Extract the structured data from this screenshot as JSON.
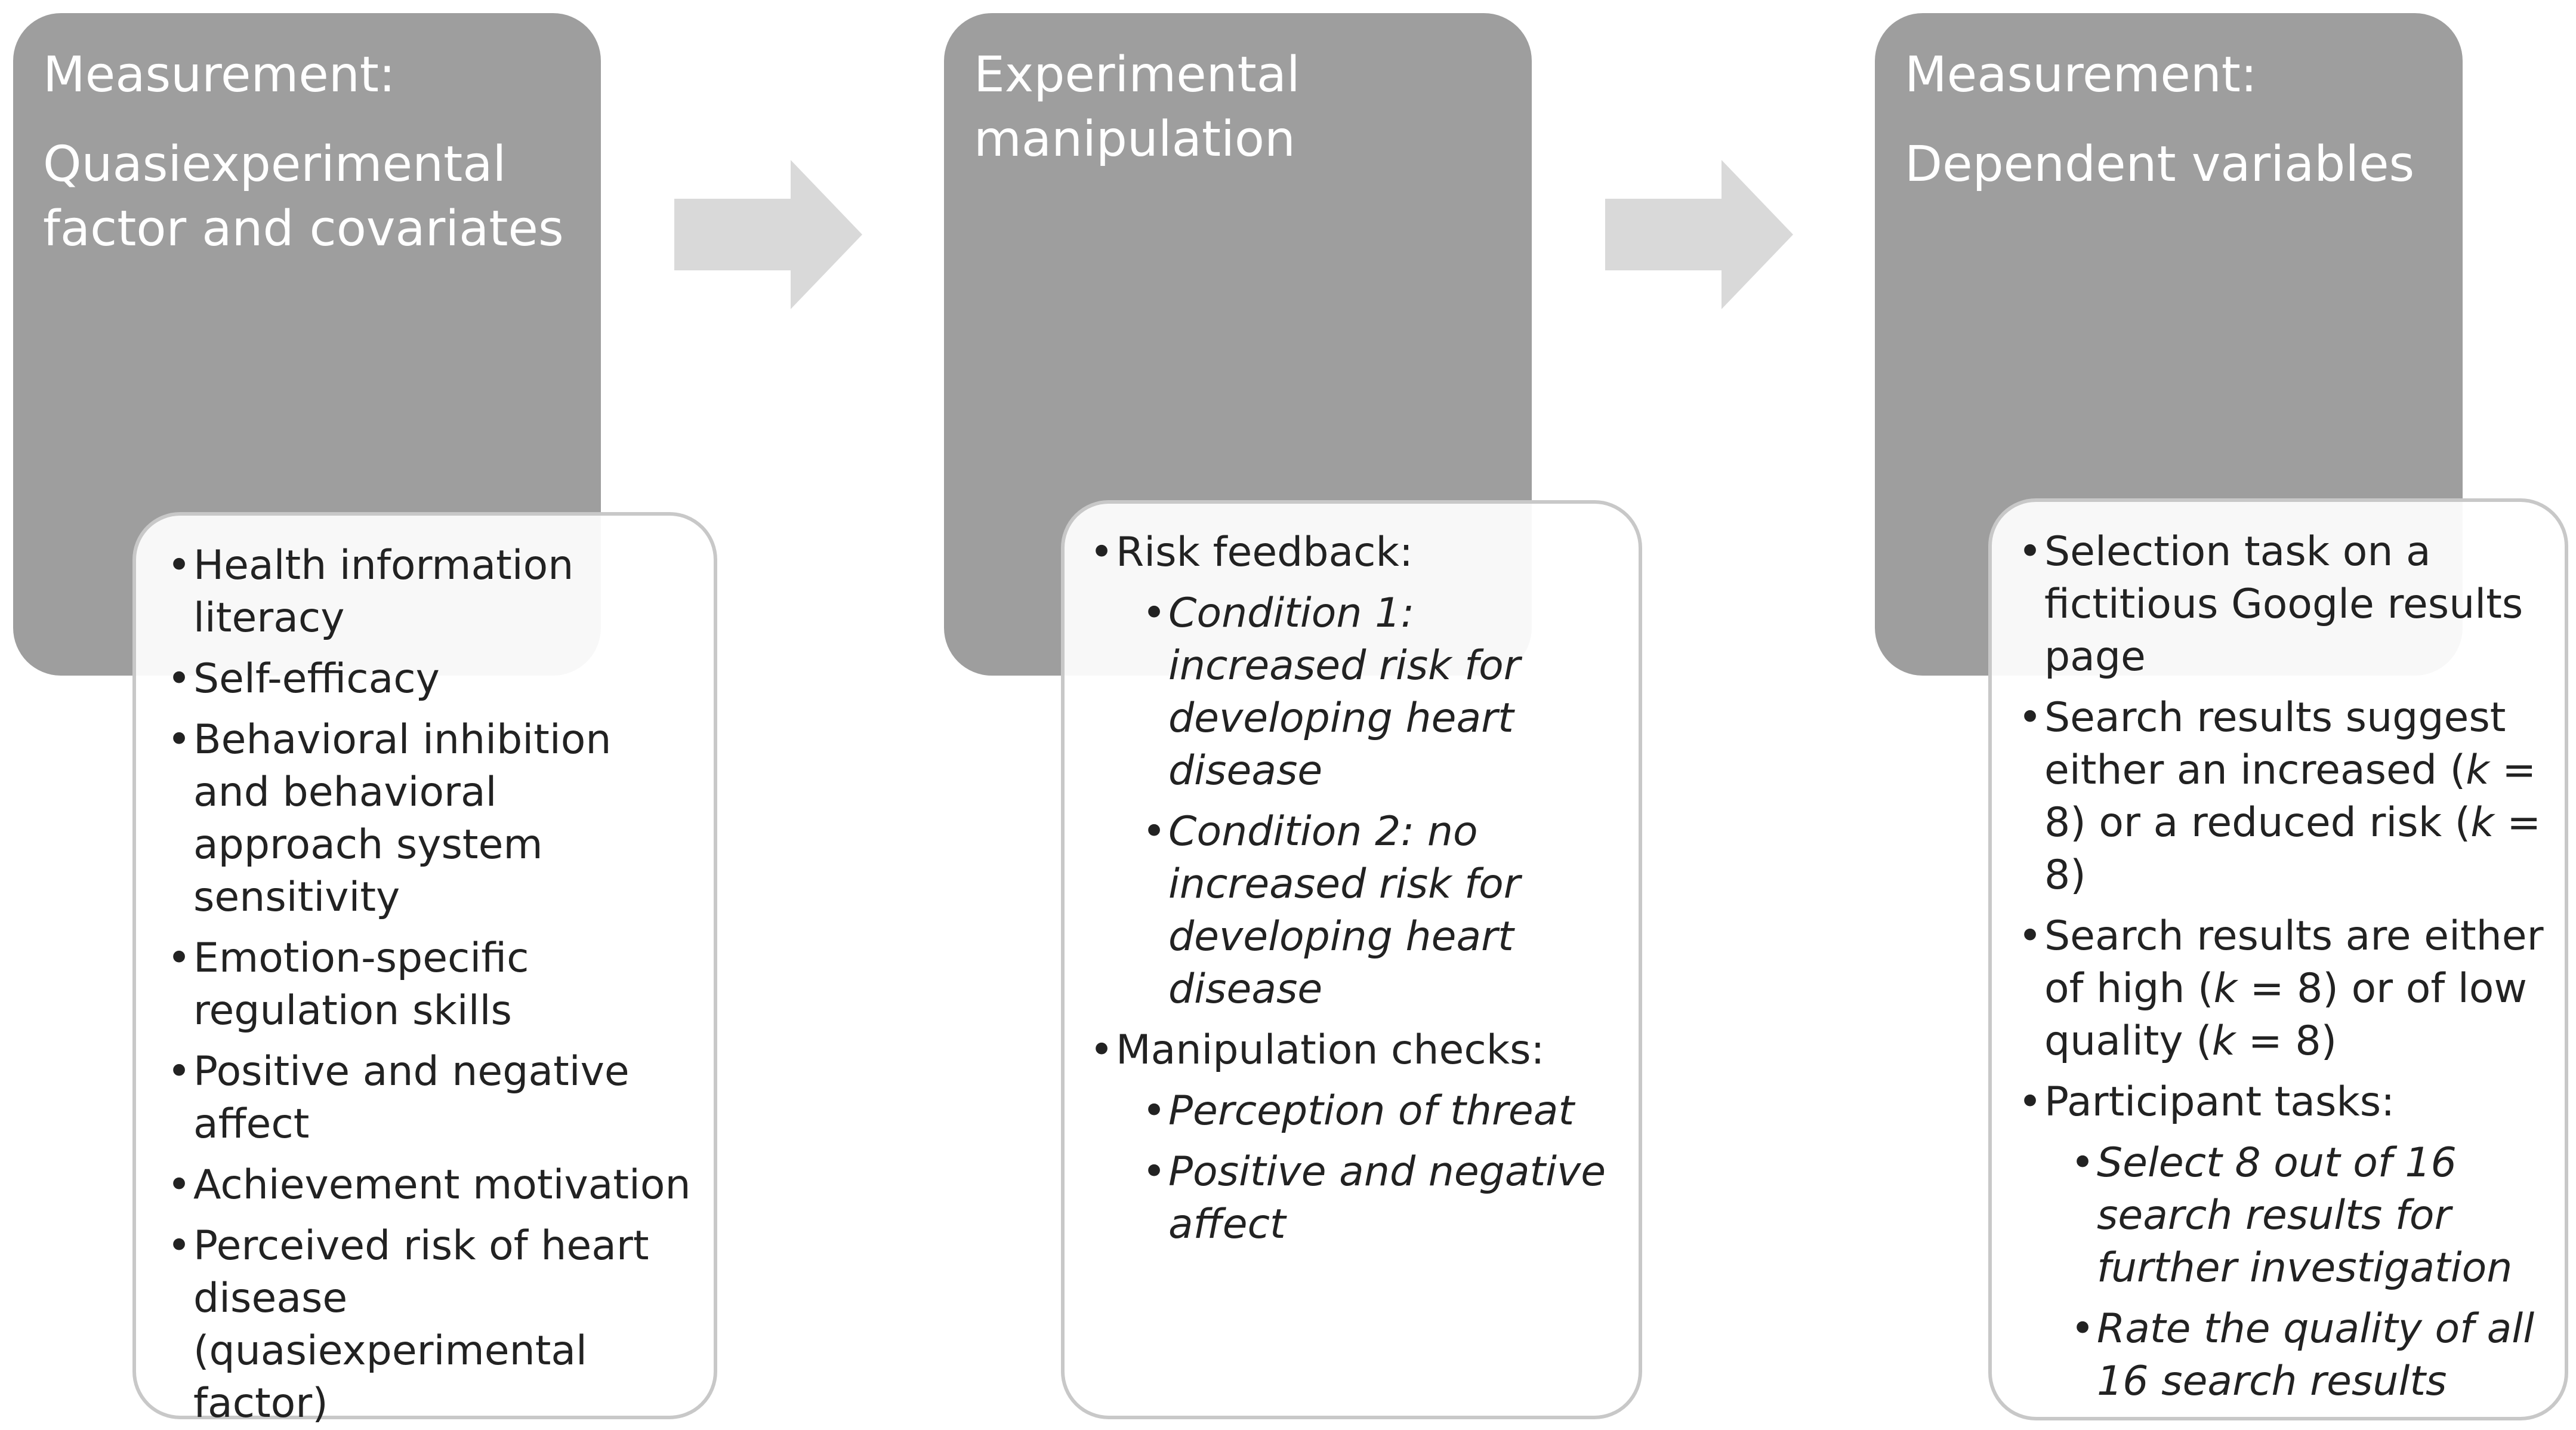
{
  "panels": [
    {
      "header_line1": "Measurement:",
      "header_line2": "Quasiexperimental",
      "header_line3": "factor and covariates",
      "items": [
        "Health information literacy",
        "Self-efficacy",
        "Behavioral inhibition and behavioral approach system sensitivity",
        "Emotion-specific regulation skills",
        "Positive and negative affect",
        "Achievement motivation",
        "Perceived risk of heart disease (quasiexperimental factor)"
      ]
    },
    {
      "header_line1": "Experimental",
      "header_line2": "manipulation",
      "items": [
        {
          "label": "Risk feedback:",
          "sub": [
            "Condition 1: increased risk for developing heart disease",
            "Condition 2: no increased risk for developing heart disease"
          ]
        },
        {
          "label": "Manipulation checks:",
          "sub": [
            "Perception of threat",
            "Positive and negative affect"
          ]
        }
      ]
    },
    {
      "header_line1": "Measurement:",
      "header_line2": "Dependent variables",
      "items": {
        "selection": "Selection task on a fictitious Google results page",
        "suggest_a": "Search results suggest either an increased (",
        "suggest_b": " = 8) or a reduced risk (",
        "suggest_c": " = 8)",
        "quality_a": "Search results are either of high (",
        "quality_b": " = 8) or of low quality (",
        "quality_c": " = 8)",
        "k": "k",
        "tasks_label": "Participant tasks:",
        "tasks_sub": [
          "Select 8 out of 16 search results for further investigation",
          "Rate the quality of all 16 search results"
        ]
      }
    }
  ]
}
